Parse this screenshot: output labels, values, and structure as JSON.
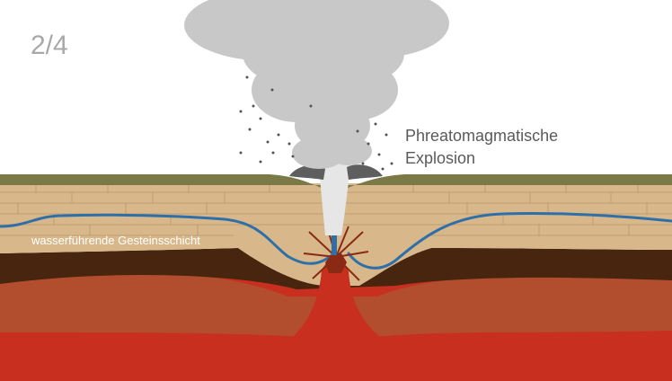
{
  "step_indicator": "2/4",
  "labels": {
    "explosion_line1": "Phreatomagmatische",
    "explosion_line2": "Explosion",
    "aquifer": "wasserführende Gesteinsschicht"
  },
  "colors": {
    "background": "#ffffff",
    "grass": "#7b7a46",
    "sandstone": "#d8b88a",
    "brick_lines": "#b8966a",
    "water": "#2f6fa8",
    "dark_layer": "#47250f",
    "rust_layer": "#b24e2e",
    "magma": "#c92f1e",
    "ash_cloud": "#c8c8c8",
    "ash_dark": "#5e5e5e",
    "step_text": "#a8a8a8",
    "label_text": "#5a5a5a"
  }
}
